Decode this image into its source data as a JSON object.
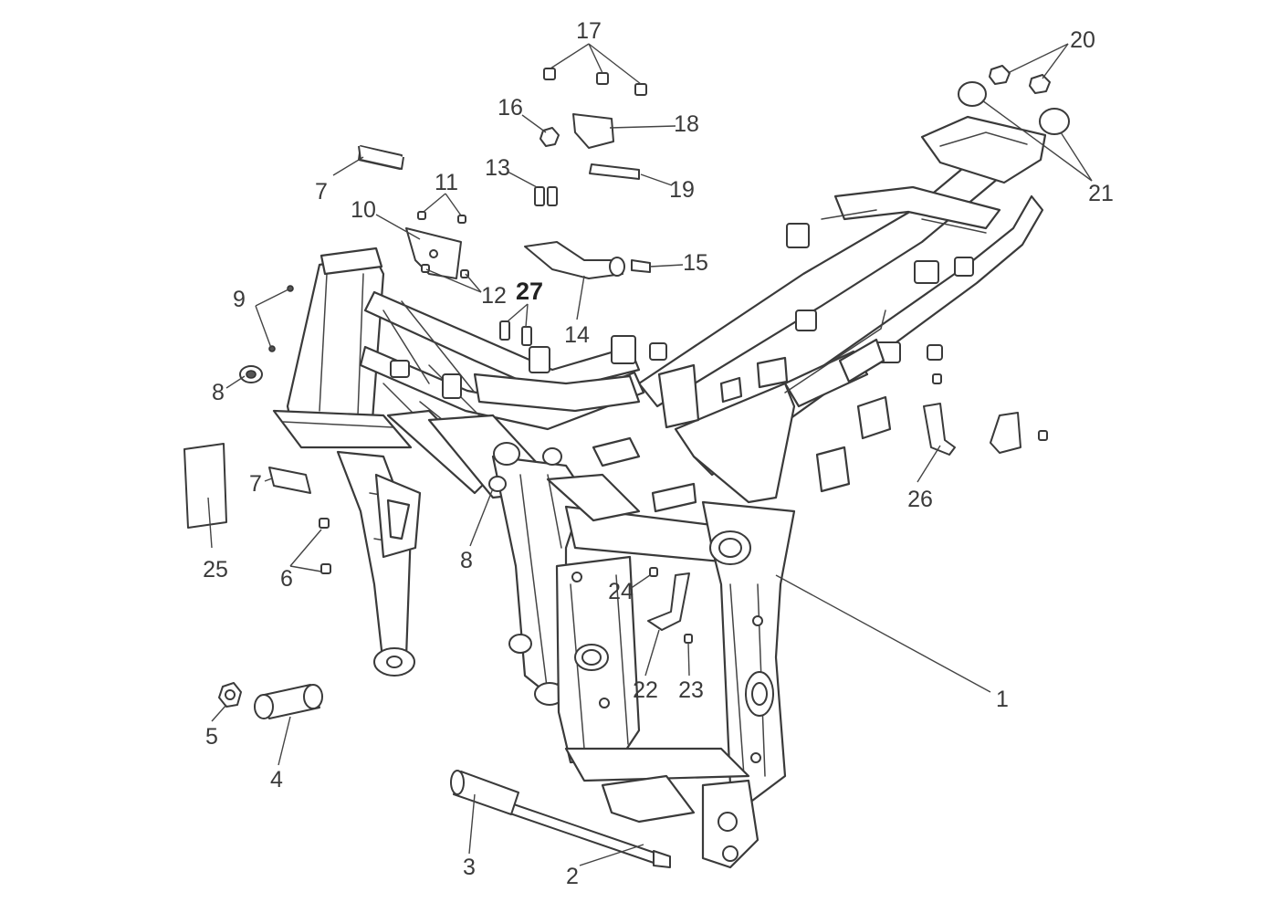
{
  "callouts": [
    {
      "id": "1",
      "text": "1"
    },
    {
      "id": "2",
      "text": "2"
    },
    {
      "id": "3",
      "text": "3"
    },
    {
      "id": "4",
      "text": "4"
    },
    {
      "id": "5",
      "text": "5"
    },
    {
      "id": "6",
      "text": "6"
    },
    {
      "id": "7a",
      "text": "7"
    },
    {
      "id": "7b",
      "text": "7"
    },
    {
      "id": "8a",
      "text": "8"
    },
    {
      "id": "8b",
      "text": "8"
    },
    {
      "id": "9",
      "text": "9"
    },
    {
      "id": "10",
      "text": "10"
    },
    {
      "id": "11",
      "text": "11"
    },
    {
      "id": "12",
      "text": "12"
    },
    {
      "id": "13",
      "text": "13"
    },
    {
      "id": "14",
      "text": "14"
    },
    {
      "id": "15",
      "text": "15"
    },
    {
      "id": "16",
      "text": "16"
    },
    {
      "id": "17",
      "text": "17"
    },
    {
      "id": "18",
      "text": "18"
    },
    {
      "id": "19",
      "text": "19"
    },
    {
      "id": "20",
      "text": "20"
    },
    {
      "id": "21",
      "text": "21"
    },
    {
      "id": "22",
      "text": "22"
    },
    {
      "id": "23",
      "text": "23"
    },
    {
      "id": "24",
      "text": "24"
    },
    {
      "id": "25",
      "text": "25"
    },
    {
      "id": "26",
      "text": "26"
    },
    {
      "id": "27",
      "text": "27"
    }
  ]
}
